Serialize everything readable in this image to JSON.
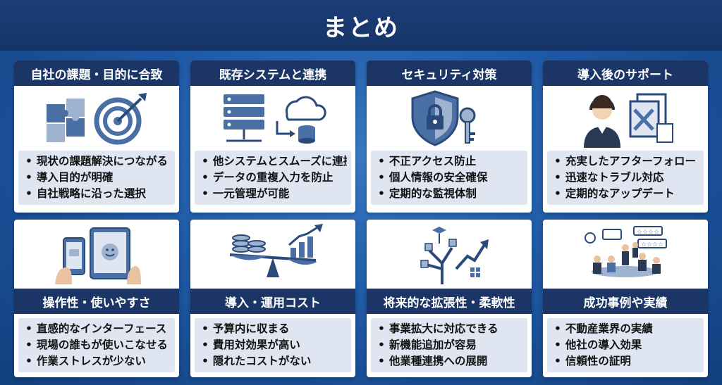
{
  "header": {
    "title": "まとめ"
  },
  "cards": [
    {
      "title": "自社の課題・目的に合致",
      "icon": "puzzle-target-icon",
      "bullets": [
        "現状の課題解決につながる",
        "導入目的が明確",
        "自社戦略に沿った選択"
      ]
    },
    {
      "title": "既存システムと連携",
      "icon": "server-cloud-database-icon",
      "bullets": [
        "他システムとスムーズに連携",
        "データの重複入力を防止",
        "一元管理が可能"
      ]
    },
    {
      "title": "セキュリティ対策",
      "icon": "shield-lock-key-icon",
      "bullets": [
        "不正アクセス防止",
        "個人情報の安全確保",
        "定期的な監視体制"
      ]
    },
    {
      "title": "導入後のサポート",
      "icon": "support-operator-tools-icon",
      "bullets": [
        "充実したアフターフォロー",
        "迅速なトラブル対応",
        "定期的なアップデート"
      ]
    },
    {
      "title": "操作性・使いやすさ",
      "icon": "phone-tablet-hands-icon",
      "bullets": [
        "直感的なインターフェース",
        "現場の誰もが使いこなせる",
        "作業ストレスが少ない"
      ]
    },
    {
      "title": "導入・運用コスト",
      "icon": "scale-coins-chart-icon",
      "bullets": [
        "予算内に収まる",
        "費用対効果が高い",
        "隠れたコストがない"
      ]
    },
    {
      "title": "将来的な拡張性・柔軟性",
      "icon": "growth-tree-arrow-icon",
      "bullets": [
        "事業拡大に対応できる",
        "新機能追加が容易",
        "他業種連携への展開"
      ]
    },
    {
      "title": "成功事例や実績",
      "icon": "meeting-reviews-icon",
      "bullets": [
        "不動産業界の実績",
        "他社の導入効果",
        "信頼性の証明"
      ]
    }
  ],
  "colors": {
    "navy": "#1b3566",
    "accent": "#4a6fa5",
    "bullet_bg": "#dfe6f2"
  }
}
